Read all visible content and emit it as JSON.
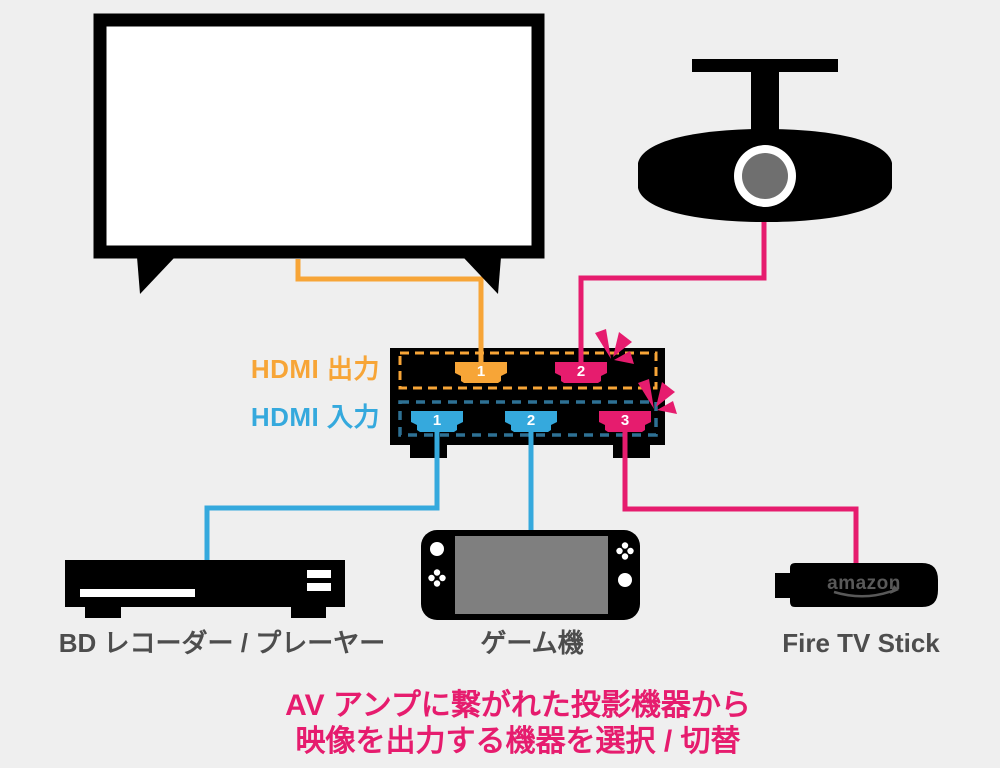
{
  "colors": {
    "background": "#EFEFEF",
    "device_black": "#000000",
    "orange": "#F7A537",
    "blue": "#35A9DD",
    "blue_dash": "#2E7194",
    "pink": "#E61C6E",
    "screen_gray": "#7F7F7F",
    "lens_gray": "#6F6F6F",
    "label_gray": "#4D4D4D",
    "amazon_gray": "#595959"
  },
  "amp": {
    "output_label": "HDMI 出力",
    "input_label": "HDMI 入力",
    "output_ports": [
      {
        "number": "1",
        "color": "#F7A537",
        "connected_to": "tv"
      },
      {
        "number": "2",
        "color": "#E61C6E",
        "connected_to": "projector"
      }
    ],
    "input_ports": [
      {
        "number": "1",
        "color": "#35A9DD",
        "connected_to": "bd_recorder"
      },
      {
        "number": "2",
        "color": "#35A9DD",
        "connected_to": "game_console"
      },
      {
        "number": "3",
        "color": "#E61C6E",
        "connected_to": "fire_tv"
      }
    ]
  },
  "devices": {
    "bd_recorder": {
      "label": "BD レコーダー / プレーヤー"
    },
    "game_console": {
      "label": "ゲーム機"
    },
    "fire_tv": {
      "label": "Fire TV Stick",
      "brand": "amazon"
    }
  },
  "caption": {
    "line1": "AV アンプに繋がれた投影機器から",
    "line2": "映像を出力する機器を選択 / 切替"
  }
}
